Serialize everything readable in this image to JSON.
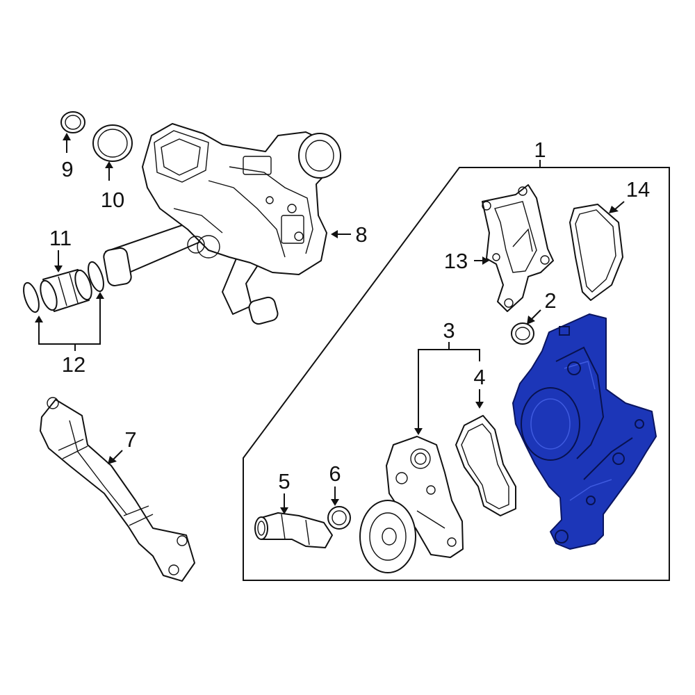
{
  "diagram": {
    "callouts": {
      "c1": "1",
      "c2": "2",
      "c3": "3",
      "c4": "4",
      "c5": "5",
      "c6": "6",
      "c7": "7",
      "c8": "8",
      "c9": "9",
      "c10": "10",
      "c11": "11",
      "c12": "12",
      "c13": "13",
      "c14": "14"
    },
    "highlight_color": "#1c36b8",
    "highlighted_part": "1"
  }
}
